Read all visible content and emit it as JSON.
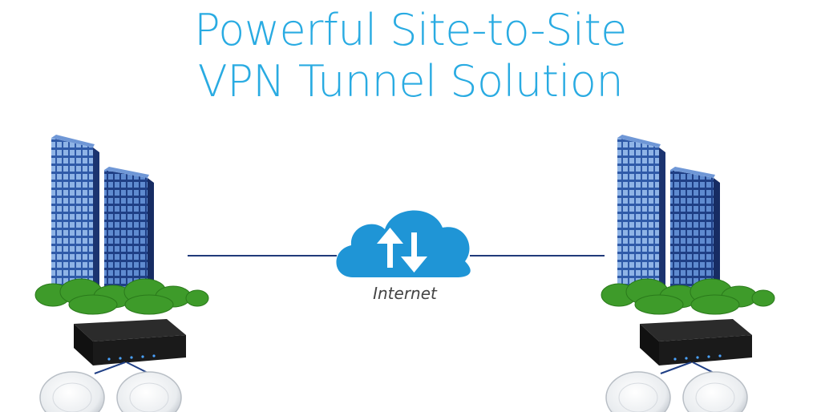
{
  "title": {
    "line1": "Powerful Site-to-Site",
    "line2": "VPN Tunnel Solution"
  },
  "internet": {
    "label": "Internet",
    "icon": "cloud-upload-download-icon"
  },
  "colors": {
    "title": "#29abe2",
    "cloud": "#1f95d6",
    "link": "#203a7a",
    "glass_light": "#5f8fd0",
    "glass_dark": "#2a4f9e",
    "trees": "#3e9b2a",
    "router": "#1b1b1b"
  },
  "sites": [
    {
      "name": "site-left"
    },
    {
      "name": "site-right"
    }
  ]
}
